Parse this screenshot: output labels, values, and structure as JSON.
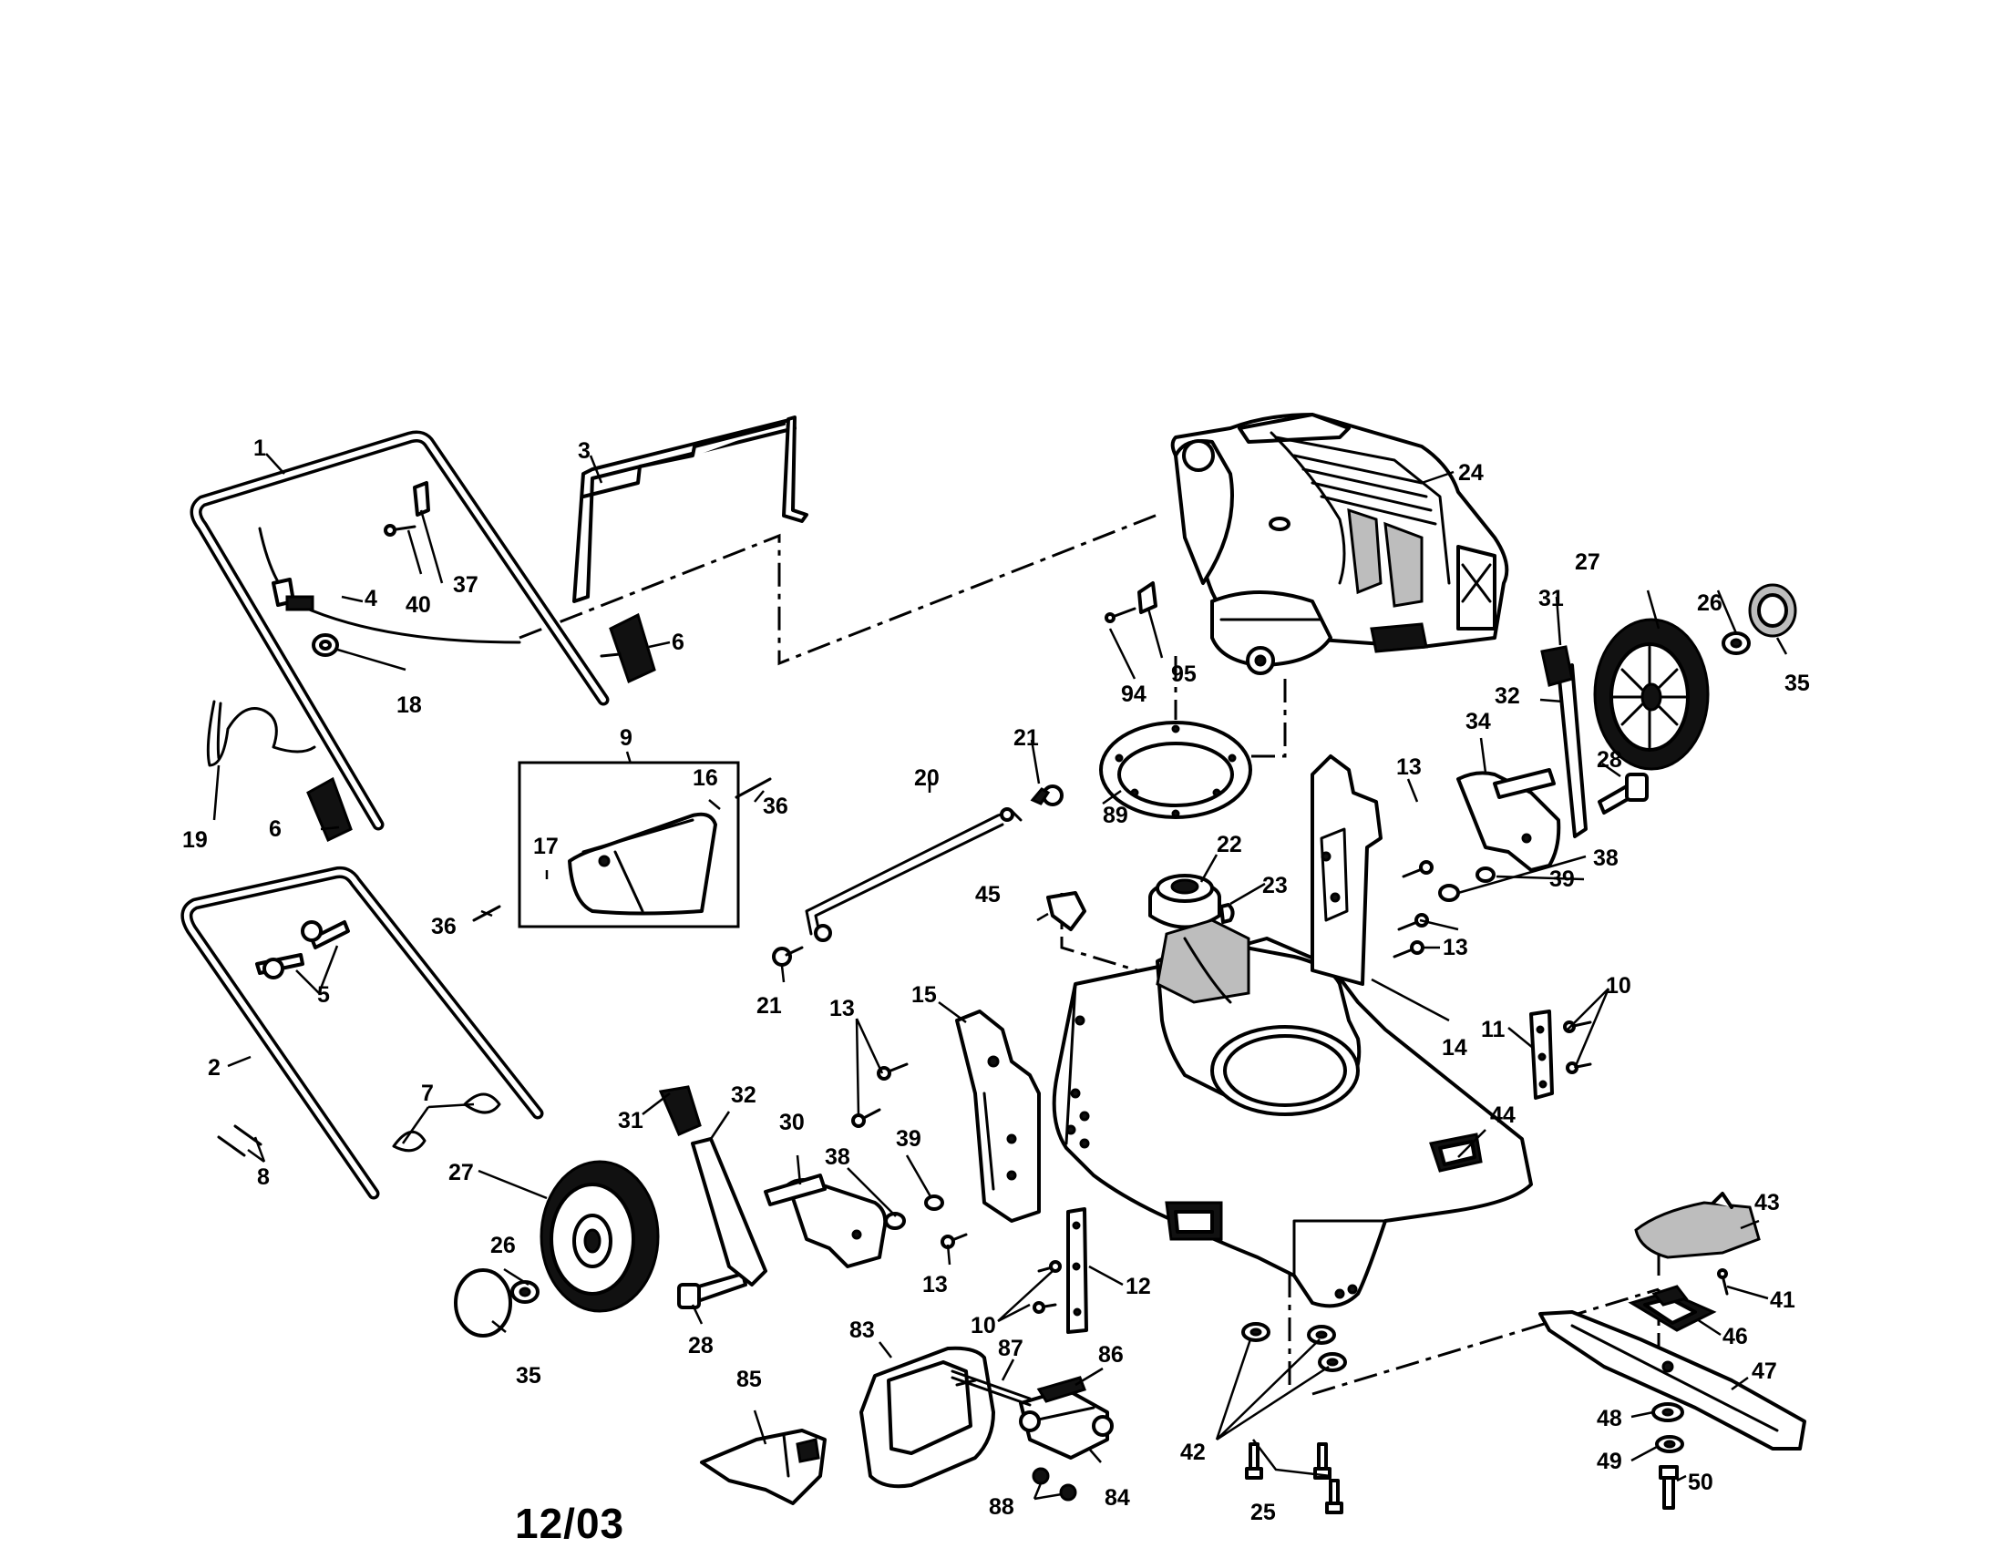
{
  "diagram": {
    "date_code": "12/03",
    "callouts": {
      "c1": "1",
      "c2": "2",
      "c3": "3",
      "c4": "4",
      "c5": "5",
      "c6a": "6",
      "c6b": "6",
      "c7": "7",
      "c8": "8",
      "c9": "9",
      "c10a": "10",
      "c10b": "10",
      "c11": "11",
      "c12": "12",
      "c13a": "13",
      "c13b": "13",
      "c13c": "13",
      "c13d": "13",
      "c14": "14",
      "c15": "15",
      "c16": "16",
      "c17": "17",
      "c18": "18",
      "c19": "19",
      "c20": "20",
      "c21a": "21",
      "c21b": "21",
      "c22": "22",
      "c23": "23",
      "c24": "24",
      "c25": "25",
      "c26a": "26",
      "c26b": "26",
      "c27a": "27",
      "c27b": "27",
      "c28a": "28",
      "c28b": "28",
      "c30": "30",
      "c31a": "31",
      "c31b": "31",
      "c32a": "32",
      "c32b": "32",
      "c34": "34",
      "c35a": "35",
      "c35b": "35",
      "c36a": "36",
      "c36b": "36",
      "c37": "37",
      "c38a": "38",
      "c38b": "38",
      "c39a": "39",
      "c39b": "39",
      "c40": "40",
      "c41": "41",
      "c42": "42",
      "c43": "43",
      "c44": "44",
      "c45": "45",
      "c46": "46",
      "c47": "47",
      "c48": "48",
      "c49": "49",
      "c50": "50",
      "c83": "83",
      "c84": "84",
      "c85": "85",
      "c86": "86",
      "c87": "87",
      "c88": "88",
      "c89": "89",
      "c94": "94",
      "c95": "95"
    }
  }
}
